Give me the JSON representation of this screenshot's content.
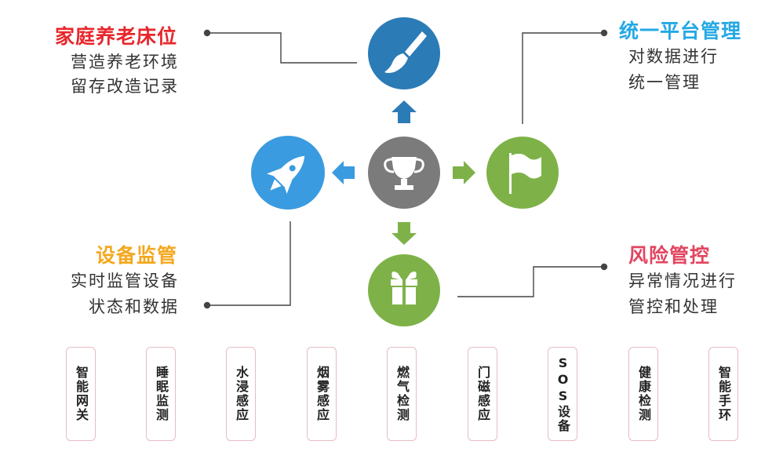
{
  "colors": {
    "blue_dark": "#2b7bb7",
    "blue_light": "#3a9be0",
    "gray": "#7b7b7b",
    "green": "#7eb249",
    "red": "#e8262b",
    "sky": "#24a8e4",
    "orange": "#f4a81e",
    "pink": "#e2455f",
    "connector": "#444444"
  },
  "blocks": {
    "top_left": {
      "title": "家庭养老床位",
      "line1": "营造养老环境",
      "line2": "留存改造记录"
    },
    "top_right": {
      "title": "统一平台管理",
      "line1": "对数据进行",
      "line2": "统一管理"
    },
    "bottom_left": {
      "title": "设备监管",
      "line1": "实时监管设备",
      "line2": "状态和数据"
    },
    "bottom_right": {
      "title": "风险管控",
      "line1": "异常情况进行",
      "line2": "管控和处理"
    }
  },
  "icons": {
    "top": "paintbrush-icon",
    "left": "rocket-icon",
    "center": "trophy-icon",
    "right": "flag-icon",
    "bottom": "gift-icon"
  },
  "devices": [
    "智能网关",
    "睡眠监测",
    "水浸感应",
    "烟雾感应",
    "燃气检测",
    "门磁感应",
    "SOS设备",
    "健康检测",
    "智能手环"
  ]
}
